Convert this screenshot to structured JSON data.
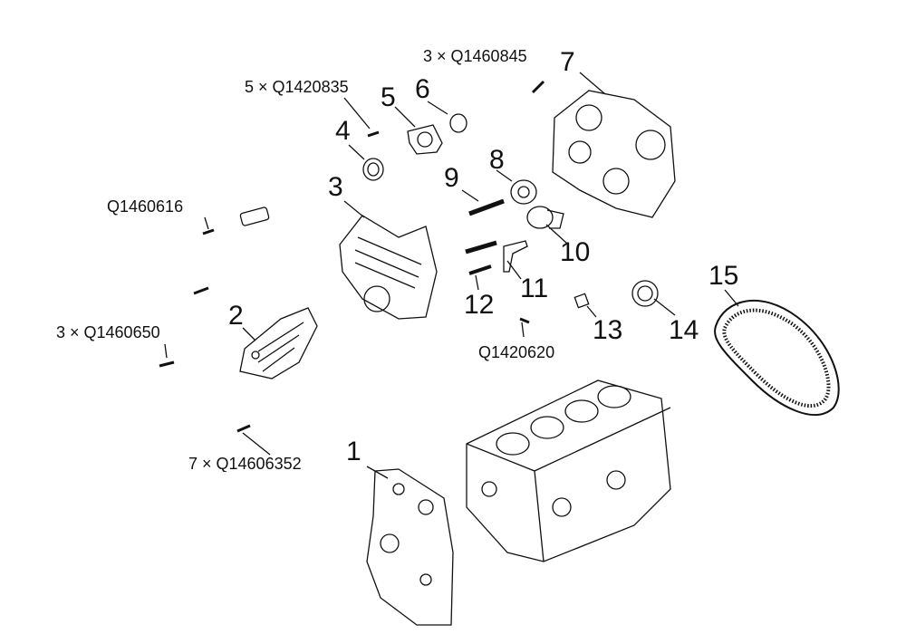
{
  "diagram": {
    "title": "Engine block, timing cover and belt exploded view",
    "line_color": "#111111",
    "part_numbers": [
      {
        "id": "p1",
        "text": "3 × Q1460845"
      },
      {
        "id": "p2",
        "text": "5 × Q1420835"
      },
      {
        "id": "p3",
        "text": "Q1460616"
      },
      {
        "id": "p4",
        "text": "3 × Q1460650"
      },
      {
        "id": "p5",
        "text": "7 × Q14606352"
      },
      {
        "id": "p6",
        "text": "Q1420620"
      }
    ],
    "callouts": [
      "1",
      "2",
      "3",
      "4",
      "5",
      "6",
      "7",
      "8",
      "9",
      "10",
      "11",
      "12",
      "13",
      "14",
      "15"
    ]
  }
}
